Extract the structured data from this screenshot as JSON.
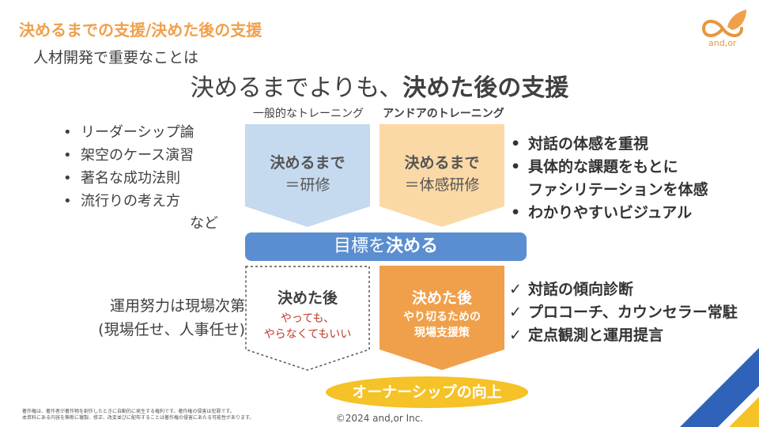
{
  "header": {
    "title": "決めるまでの支援/決めた後の支援",
    "subtitle": "人材開発で重要なことは",
    "main_normal": "決めるまでよりも、",
    "main_bold": "決めた後の支援"
  },
  "logo": {
    "text": "and,or",
    "icon": "infinity-leaf-icon",
    "color": "#e8963d"
  },
  "columns": {
    "left_head": "一般的なトレーニング",
    "right_head": "アンドアのトレーニング"
  },
  "left_list": [
    "リーダーシップ論",
    "架空のケース演習",
    "著名な成功法則",
    "流行りの考え方"
  ],
  "left_list_suffix": "など",
  "upper_left_box": {
    "line1": "決めるまで",
    "line2": "＝研修",
    "color": "#c5d9ef"
  },
  "upper_right_box": {
    "line1": "決めるまで",
    "line2": "＝体感研修",
    "color": "#fbd9a6"
  },
  "right_list": [
    "対話の体感を重視",
    "具体的な課題をもとに",
    "ファシリテーションを体感",
    "わかりやすいビジュアル"
  ],
  "goal": {
    "normal": "目標を",
    "bold": "決める",
    "color": "#5b8ed0"
  },
  "left_bottom": [
    "運用努力は現場次第",
    "(現場任せ、人事任せ)"
  ],
  "lower_left_box": {
    "title": "決めた後",
    "line1": "やっても、",
    "line2": "やらなくてもいい",
    "accent": "#c0392b"
  },
  "lower_right_box": {
    "title": "決めた後",
    "line1": "やり切るための",
    "line2": "現場支援策",
    "color": "#f0a04b"
  },
  "check_list": [
    "対話の傾向診断",
    "プロコーチ、カウンセラー常駐",
    "定点観測と運用提言"
  ],
  "check_mark": "✓",
  "owner": {
    "label": "オーナーシップの向上",
    "color": "#f5c227"
  },
  "footer": {
    "notice1": "著作権は、著作者が著作物を創作したときに自動的に発生する権利です。著作権の侵害は犯罪です。",
    "notice2": "本資料にある内容を無断に複製、修正、改変並びに配布することは著作権の侵害にあたる可能性があります。",
    "copyright": "©2024 and,or Inc."
  },
  "corner_colors": [
    "#2f62b8",
    "#f5c227"
  ]
}
